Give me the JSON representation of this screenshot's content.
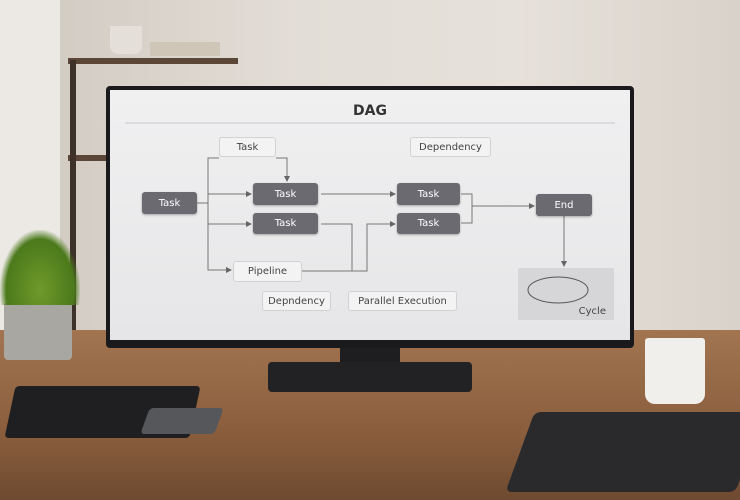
{
  "diagram": {
    "title": "DAG",
    "nodes": {
      "task_top": "Task",
      "dependency_top": "Dependency",
      "task_start": "Task",
      "task_a": "Task",
      "task_b": "Task",
      "task_c": "Task",
      "task_d": "Task",
      "end": "End",
      "pipeline": "Pipeline",
      "dependency_bottom": "Depndency",
      "parallel": "Parallel Execution",
      "cycle": "Cycle"
    }
  }
}
